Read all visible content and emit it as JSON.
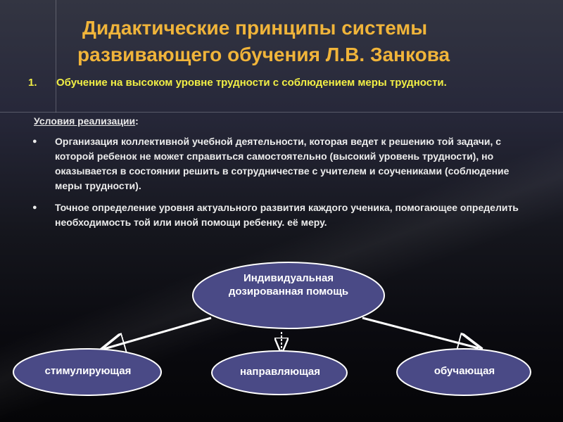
{
  "title": {
    "line1": "Дидактические принципы системы",
    "line2": "развивающего обучения Л.В. Занкова"
  },
  "principle": {
    "number": "1.",
    "text": "Обучение на высоком уровне трудности с соблюдением меры трудности."
  },
  "conditions": {
    "label": "Условия реализации",
    "colon": ":"
  },
  "bullets": [
    {
      "marker": "●",
      "text": "Организация коллективной учебной деятельности, которая ведет к решению той задачи, с которой ребенок не может справиться самостоятельно (высокий уровень трудности), но оказывается в состоянии решить в сотрудничестве с учителем и соучениками (соблюдение меры трудности)."
    },
    {
      "marker": "●",
      "text": "Точное определение уровня актуального развития каждого ученика, помогающее определить необходимость той или иной помощи ребенку. её меру."
    }
  ],
  "diagram": {
    "center": "Индивидуальная дозированная помощь",
    "left": "стимулирующая",
    "middle": "направляющая",
    "right": "обучающая"
  },
  "colors": {
    "title": "#f0b43a",
    "principle": "#f2ef45",
    "oval_fill": "#4a4a86",
    "oval_stroke": "#ffffff"
  }
}
